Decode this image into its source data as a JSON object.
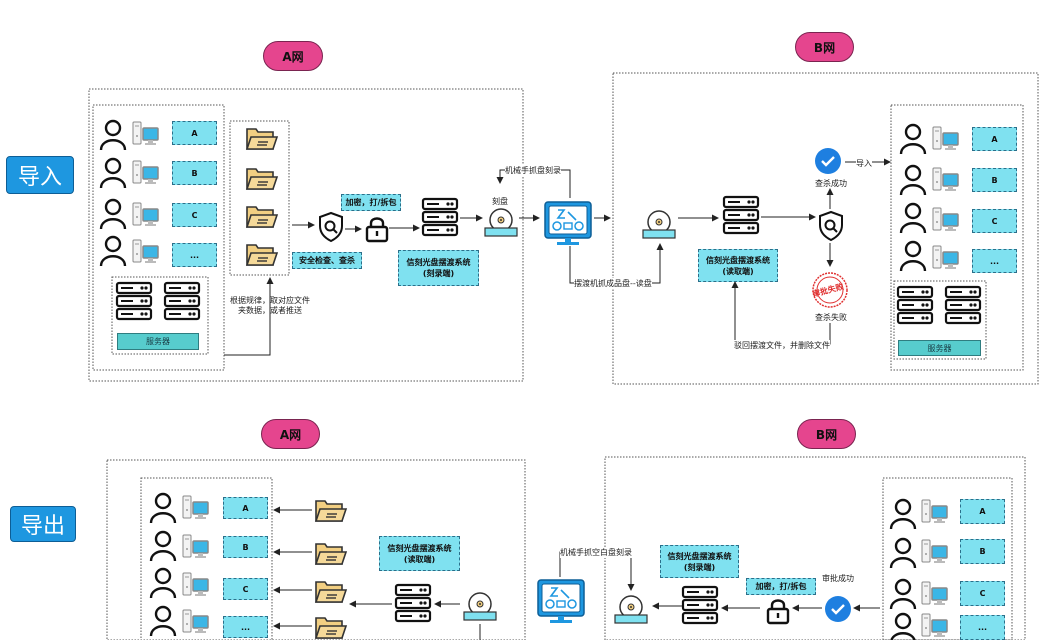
{
  "sections": [
    {
      "side_label": "导入",
      "left_network": "A网",
      "right_network": "B网",
      "left": {
        "user_labels": [
          "A",
          "B",
          "C",
          "..."
        ],
        "server_label": "服务器",
        "push_note": [
          "根据规律，取对应文件",
          "夹数据，或者推送"
        ],
        "encrypt_label": "加密，打/拆包",
        "security_label": "安全检查、查杀",
        "system_label": [
          "信刻光盘摆渡系统",
          "(刻录端)"
        ],
        "burn_label": "刻盘",
        "robot_grab_label": "机械手抓盘刻录"
      },
      "middle": {
        "robot_read_label": "摆渡机抓成品盘--读盘"
      },
      "right": {
        "system_label": [
          "信刻光盘摆渡系统",
          "(读取端)"
        ],
        "import_label": "导入",
        "scan_success_label": "查杀成功",
        "scan_fail_label": "查杀失败",
        "stamp_label": "审批失败",
        "recycle_label": "驳回摆渡文件，并删除文件",
        "user_labels": [
          "A",
          "B",
          "C",
          "..."
        ],
        "server_label": "服务器"
      }
    },
    {
      "side_label": "导出",
      "left_network": "A网",
      "right_network": "B网",
      "left": {
        "user_labels": [
          "A",
          "B",
          "C",
          "..."
        ],
        "system_label": [
          "信刻光盘摆渡系统",
          "(读取端)"
        ]
      },
      "middle": {
        "robot_burn_label": "机械手抓空白盘刻录"
      },
      "right": {
        "system_label": [
          "信刻光盘摆渡系统",
          "(刻录端)"
        ],
        "encrypt_label": "加密，打/拆包",
        "approve_label": "审批成功",
        "user_labels": [
          "A",
          "B",
          "C",
          "..."
        ]
      }
    }
  ],
  "colors": {
    "pill": "#e5458e",
    "side": "#1e97e0",
    "cyan_box": "#7fe1f0",
    "monitor": "#3bb6e6",
    "folder": "#f2cf82",
    "check": "#1e7fe0",
    "stamp": "#e03030"
  },
  "icons": [
    "person-icon",
    "computer-icon",
    "folder-icon",
    "server-icon",
    "shield-scan-icon",
    "lock-icon",
    "disc-icon",
    "robot-arm-icon",
    "check-icon",
    "reject-stamp-icon"
  ]
}
